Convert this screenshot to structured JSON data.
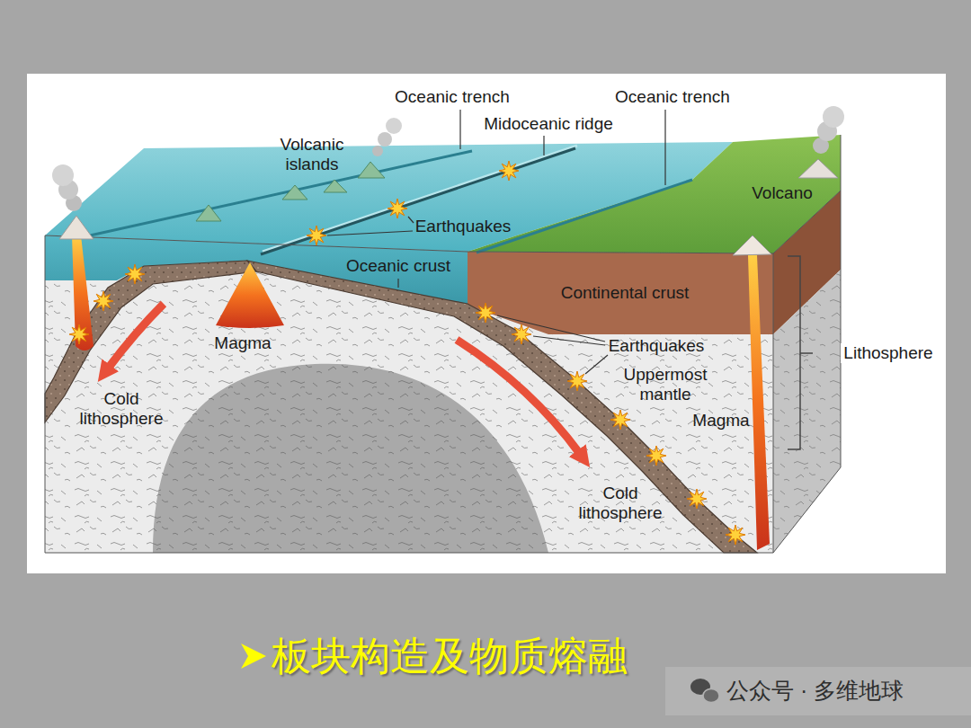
{
  "diagram": {
    "title": "板块构造及物质熔融",
    "labels": [
      "Oceanic trench",
      "Midoceanic ridge",
      "Oceanic trench",
      "Volcanic islands",
      "Volcano",
      "Earthquakes",
      "Oceanic crust",
      "Continental crust",
      "Earthquakes",
      "Magma",
      "Uppermost mantle",
      "Lithosphere",
      "Cold lithosphere",
      "Magma",
      "Cold lithosphere",
      "公众号 · 多维地球"
    ]
  }
}
